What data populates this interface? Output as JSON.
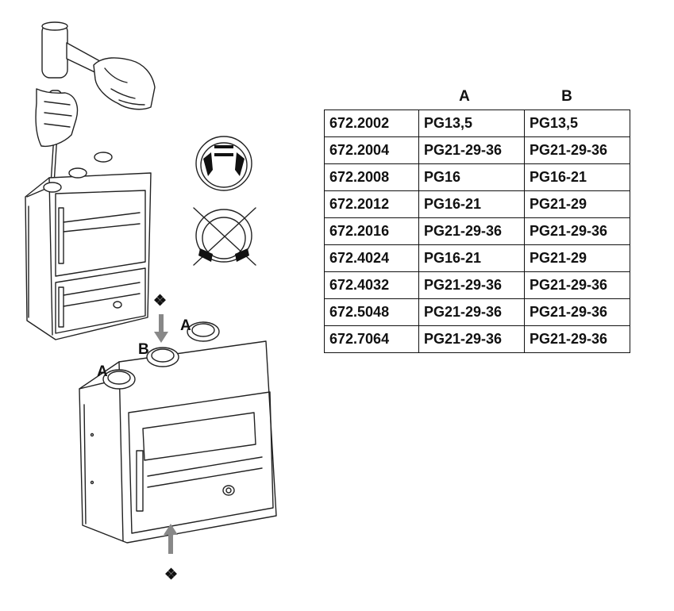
{
  "labels": {
    "a_upper": "A",
    "b": "B",
    "a_lower": "A",
    "marker_top": "❖",
    "marker_bottom": "❖"
  },
  "table": {
    "col_a": "A",
    "col_b": "B",
    "rows": [
      {
        "code": "672.2002",
        "a": "PG13,5",
        "b": "PG13,5"
      },
      {
        "code": "672.2004",
        "a": "PG21-29-36",
        "b": "PG21-29-36"
      },
      {
        "code": "672.2008",
        "a": "PG16",
        "b": "PG16-21"
      },
      {
        "code": "672.2012",
        "a": "PG16-21",
        "b": "PG21-29"
      },
      {
        "code": "672.2016",
        "a": "PG21-29-36",
        "b": "PG21-29-36"
      },
      {
        "code": "672.4024",
        "a": "PG16-21",
        "b": "PG21-29"
      },
      {
        "code": "672.4032",
        "a": "PG21-29-36",
        "b": "PG21-29-36"
      },
      {
        "code": "672.5048",
        "a": "PG21-29-36",
        "b": "PG21-29-36"
      },
      {
        "code": "672.7064",
        "a": "PG21-29-36",
        "b": "PG21-29-36"
      }
    ]
  }
}
